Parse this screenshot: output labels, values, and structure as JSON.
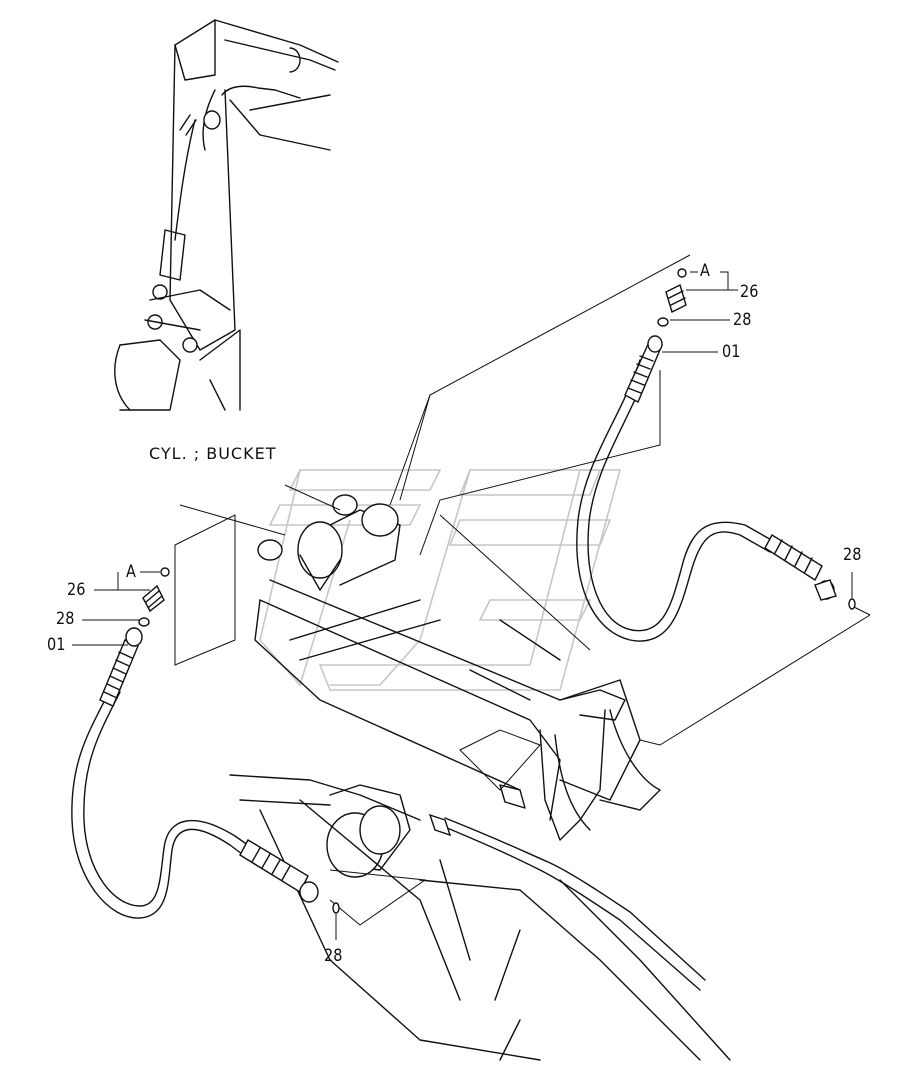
{
  "title": "CYL. ; BUCKET",
  "labels": {
    "ref_a_right": "A",
    "part_26_right": "26",
    "part_28_right_top": "28",
    "part_01_right": "01",
    "part_28_right_end": "28",
    "ref_a_left": "A",
    "part_26_left": "26",
    "part_28_left_top": "28",
    "part_01_left": "01",
    "part_28_bottom": "28"
  }
}
